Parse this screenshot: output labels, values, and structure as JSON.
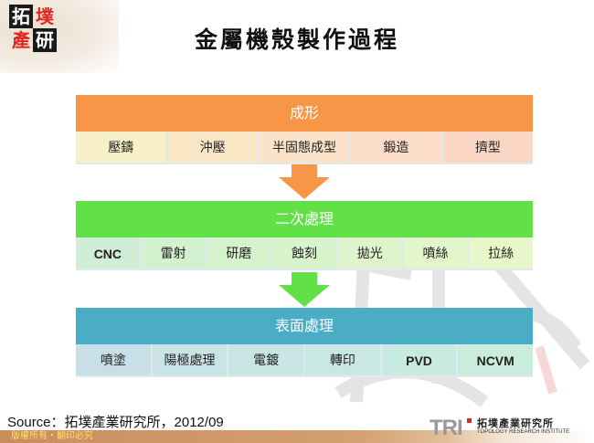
{
  "logo": {
    "chars": [
      "拓",
      "墣",
      "產",
      "研"
    ]
  },
  "title": "金屬機殼製作過程",
  "colors": {
    "forming": "#f79646",
    "secondary": "#62e047",
    "surface": "#4bacc6"
  },
  "sections": [
    {
      "header": "成形",
      "items": [
        {
          "label": "壓鑄",
          "bg": "#f7f0c8"
        },
        {
          "label": "沖壓",
          "bg": "#f9e7c6"
        },
        {
          "label": "半固態成型",
          "bg": "#fae3c8"
        },
        {
          "label": "鍛造",
          "bg": "#fbdcc6"
        },
        {
          "label": "擠型",
          "bg": "#fcd6c5"
        }
      ]
    },
    {
      "header": "二次處理",
      "items": [
        {
          "label": "CNC",
          "bg": "#cfeed5"
        },
        {
          "label": "雷射",
          "bg": "#d2f1cf"
        },
        {
          "label": "研磨",
          "bg": "#d5f2cd"
        },
        {
          "label": "蝕刻",
          "bg": "#d9f3cc"
        },
        {
          "label": "拋光",
          "bg": "#def5cc"
        },
        {
          "label": "噴絲",
          "bg": "#e3f6cb"
        },
        {
          "label": "拉絲",
          "bg": "#e8f7ca"
        }
      ]
    },
    {
      "header": "表面處理",
      "items": [
        {
          "label": "噴塗",
          "bg": "#c9dfe7"
        },
        {
          "label": "陽極處理",
          "bg": "#c9e3e6"
        },
        {
          "label": "電鍍",
          "bg": "#c9e6e5"
        },
        {
          "label": "轉印",
          "bg": "#c9e8e3"
        },
        {
          "label": "PVD",
          "bg": "#c9eae0"
        },
        {
          "label": "NCVM",
          "bg": "#c9ecdd"
        }
      ]
    }
  ],
  "source": "Source：拓墣產業研究所，2012/09",
  "footer": {
    "copyright": "版權所有・翻印必究",
    "brand_mark": "TRI",
    "brand_cn": "拓墣產業研究所",
    "brand_en": "TOPOLOGY RESEARCH INSTITUTE"
  }
}
